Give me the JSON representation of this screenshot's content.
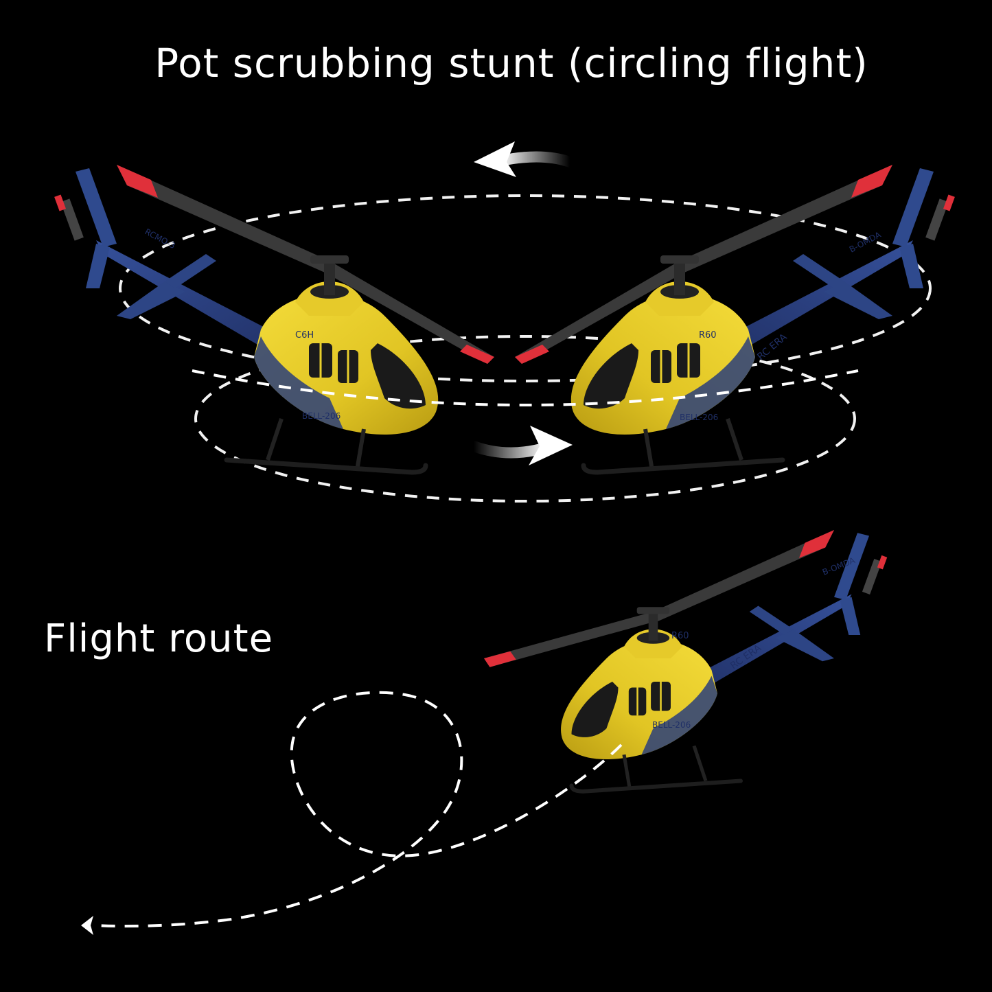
{
  "heading": "Pot scrubbing stunt (circling flight)",
  "route_heading": "Flight route",
  "helicopters": [
    {
      "registration": "RCMO-3",
      "model": "BELL-206",
      "badge": "C6H"
    },
    {
      "registration": "B-OMDA",
      "model": "BELL-206",
      "badge": "R60",
      "brand": "RC ERA"
    },
    {
      "registration": "B-OMDA",
      "model": "BELL-206",
      "badge": "R60",
      "brand": "RC ERA"
    }
  ],
  "colors": {
    "background": "#000000",
    "text": "#ffffff",
    "fuselage_yellow": "#e9cf2c",
    "tail_blue": "#2a3e7a",
    "blade_tip_red": "#e0303a",
    "blade_dark": "#3a3a3a"
  }
}
